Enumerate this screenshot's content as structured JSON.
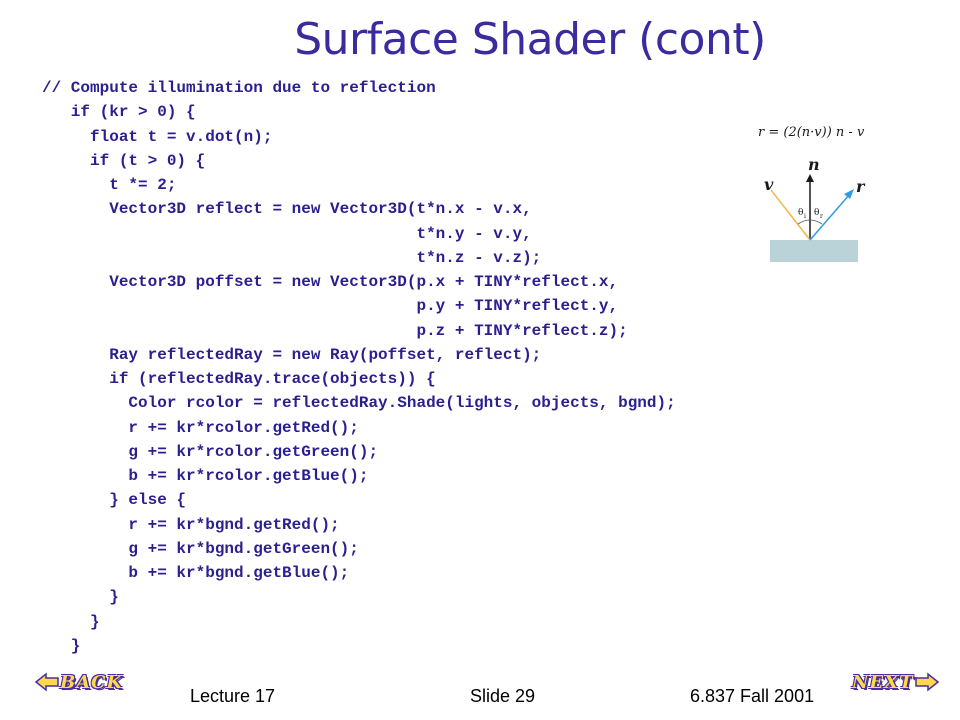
{
  "slide": {
    "title": "Surface Shader (cont)",
    "code_lines": [
      "// Compute illumination due to reflection",
      "   if (kr > 0) {",
      "     float t = v.dot(n);",
      "     if (t > 0) {",
      "       t *= 2;",
      "       Vector3D reflect = new Vector3D(t*n.x - v.x,",
      "                                       t*n.y - v.y,",
      "                                       t*n.z - v.z);",
      "       Vector3D poffset = new Vector3D(p.x + TINY*reflect.x,",
      "                                       p.y + TINY*reflect.y,",
      "                                       p.z + TINY*reflect.z);",
      "       Ray reflectedRay = new Ray(poffset, reflect);",
      "       if (reflectedRay.trace(objects)) {",
      "         Color rcolor = reflectedRay.Shade(lights, objects, bgnd);",
      "         r += kr*rcolor.getRed();",
      "         g += kr*rcolor.getGreen();",
      "         b += kr*rcolor.getBlue();",
      "       } else {",
      "         r += kr*bgnd.getRed();",
      "         g += kr*bgnd.getGreen();",
      "         b += kr*bgnd.getBlue();",
      "       }",
      "     }",
      "   }"
    ],
    "figure": {
      "formula": "r = (2(n·v)) n - v",
      "label_v": "v",
      "label_n": "n",
      "label_r": "r",
      "theta_i": "θ",
      "theta_i_sub": "i",
      "theta_r": "θ",
      "theta_r_sub": "r",
      "colors": {
        "incident": "#f2b84a",
        "normal": "#1a1a1a",
        "reflected": "#2f9be6",
        "surface": "#b9d3d8"
      }
    }
  },
  "nav": {
    "back_label": "BACK",
    "next_label": "NEXT"
  },
  "footer": {
    "lecture": "Lecture 17",
    "slide_number": "Slide 29",
    "course": "6.837 Fall 2001"
  }
}
